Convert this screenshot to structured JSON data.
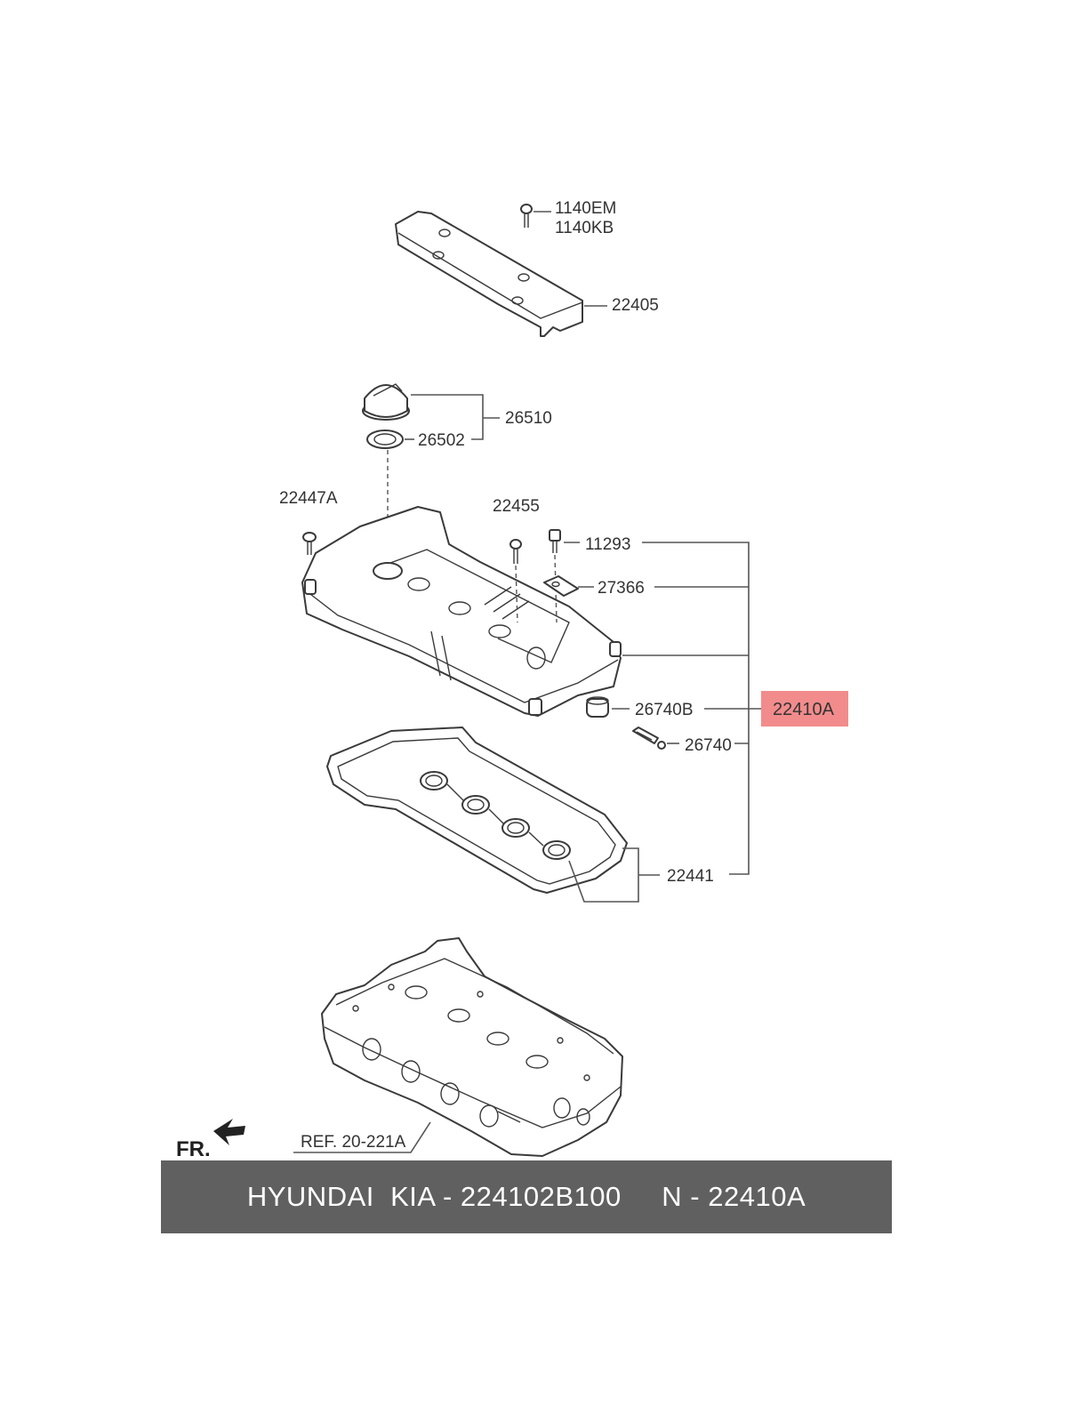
{
  "labels": {
    "p1140em": "1140EM",
    "p1140kb": "1140KB",
    "p22405": "22405",
    "p26510": "26510",
    "p26502": "26502",
    "p22447a": "22447A",
    "p22455": "22455",
    "p11293": "11293",
    "p27366": "27366",
    "p26740b": "26740B",
    "p22410a": "22410A",
    "p26740": "26740",
    "p22441": "22441",
    "front": "FR.",
    "ref": "REF. 20-221A"
  },
  "footer": {
    "text": "HYUNDAI  KIA - 224102B100     N - 22410A"
  },
  "colors": {
    "highlight": "#f28b8b",
    "footer_bg": "#606060",
    "footer_text": "#ffffff"
  }
}
